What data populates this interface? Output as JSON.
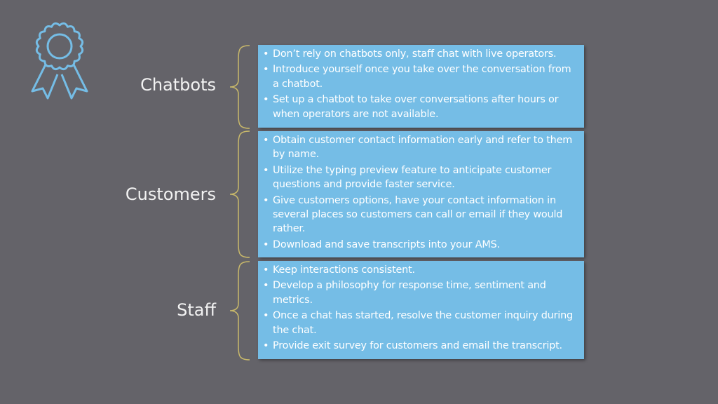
{
  "colors": {
    "background": "#646369",
    "box": "#75bde6",
    "brace": "#c9b96a",
    "icon": "#75bde6",
    "label": "#f2f2f2"
  },
  "icon": "award-ribbon-icon",
  "sections": [
    {
      "label": "Chatbots",
      "items": [
        "Don’t rely on chatbots only, staff chat with live operators.",
        "Introduce yourself once you take over the conversation from a chatbot.",
        "Set up a chatbot to take over conversations after hours or when operators are not available."
      ]
    },
    {
      "label": "Customers",
      "items": [
        "Obtain customer contact information early and refer to them by name.",
        "Utilize the typing preview feature to anticipate customer questions and provide faster service.",
        "Give customers options, have your contact information in several places so customers can call or email if they would rather.",
        "Download and save transcripts into your AMS."
      ]
    },
    {
      "label": "Staff",
      "items": [
        "Keep interactions consistent.",
        "Develop a philosophy for response time, sentiment and metrics.",
        "Once a chat has started, resolve the customer inquiry during the chat.",
        "Provide exit survey for customers and email the transcript."
      ]
    }
  ]
}
